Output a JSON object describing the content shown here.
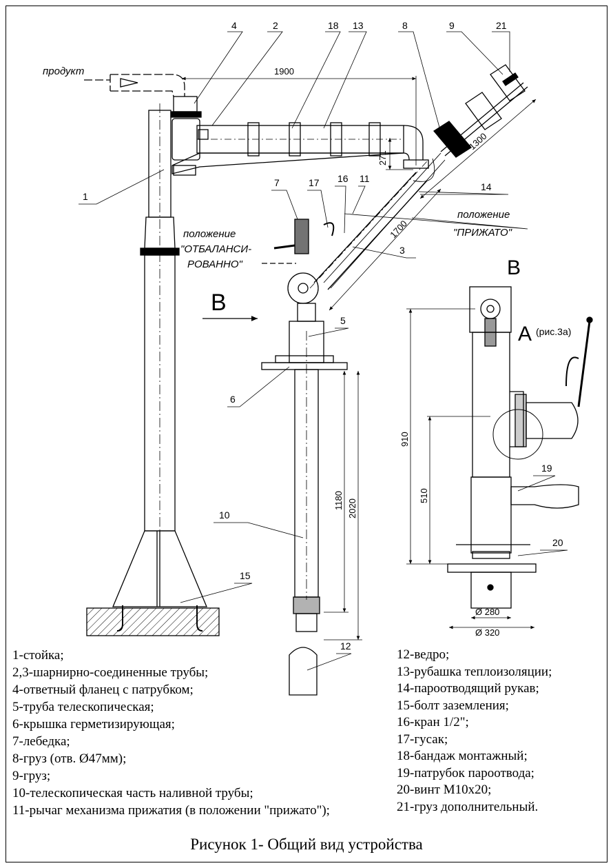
{
  "callouts": {
    "c4": "4",
    "c2": "2",
    "c18": "18",
    "c13": "13",
    "c8": "8",
    "c9": "9",
    "c21": "21",
    "c1": "1",
    "c7": "7",
    "c17": "17",
    "c16": "16",
    "c11": "11",
    "c14": "14",
    "c3": "3",
    "c5": "5",
    "c6": "6",
    "c10": "10",
    "c15": "15",
    "c12": "12",
    "c19": "19",
    "c20": "20"
  },
  "dimensions": {
    "d1900": "1900",
    "d1300": "1300",
    "d271": "271",
    "d1700": "1700",
    "d1180": "1180",
    "d2020": "2020",
    "d910": "910",
    "d510": "510",
    "d280": "Ø 280",
    "d320": "Ø 320"
  },
  "notes": {
    "product": "продукт",
    "pos_balanced_1": "положение",
    "pos_balanced_2": "\"ОТБАЛАНСИ-",
    "pos_balanced_3": "РОВАННО\"",
    "pos_pressed_1": "положение",
    "pos_pressed_2": "\"ПРИЖАТО\"",
    "view_B_arrow": "В",
    "view_B_title": "В",
    "detail_A": "А",
    "detail_A_ref": "(рис.3а)"
  },
  "legend_left": [
    "1-стойка;",
    "2,3-шарнирно-соединенные трубы;",
    "4-ответный фланец с патрубком;",
    "5-труба телескопическая;",
    "6-крышка герметизирующая;",
    "7-лебедка;",
    "8-груз (отв. Ø47мм);",
    "9-груз;",
    "10-телескопическая часть наливной трубы;",
    "11-рычаг механизма прижатия (в положении \"прижато\");"
  ],
  "legend_right": [
    "12-ведро;",
    "13-рубашка теплоизоляции;",
    "14-пароотводящий рукав;",
    "15-болт заземления;",
    "16-кран 1/2\";",
    "17-гусак;",
    "18-бандаж монтажный;",
    "19-патрубок пароотвода;",
    "20-винт М10х20;",
    "21-груз дополнительный."
  ],
  "caption": "Рисунок 1- Общий вид устройства"
}
